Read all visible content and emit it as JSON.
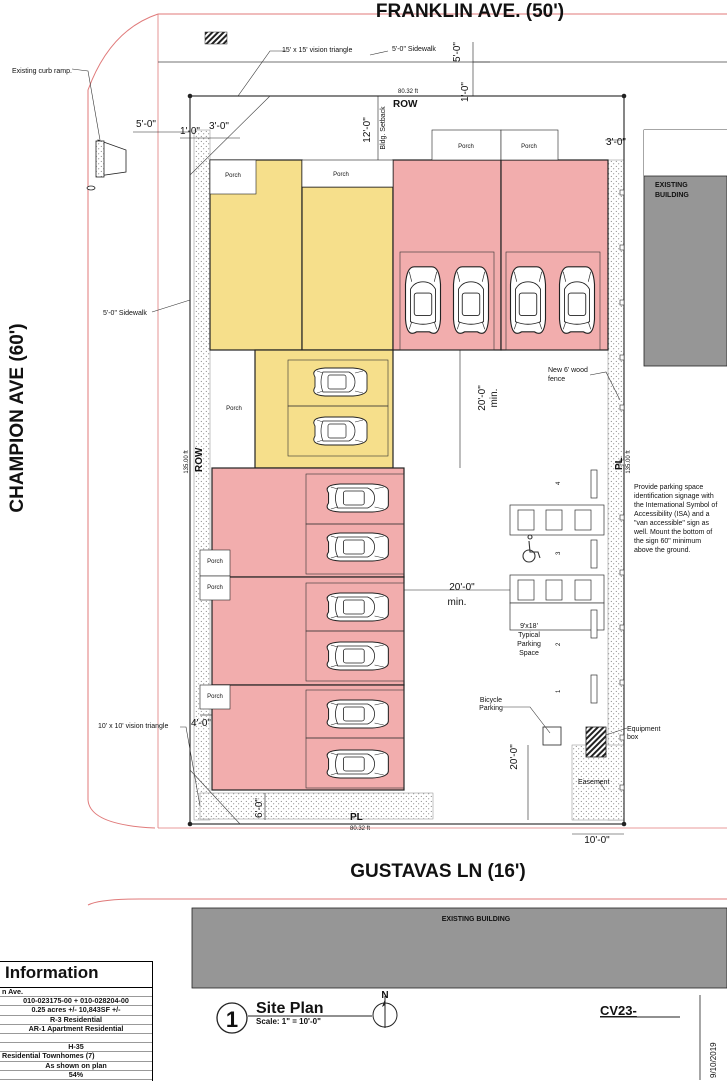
{
  "streets": {
    "north": "FRANKLIN AVE. (50')",
    "west": "CHAMPION AVE (60')",
    "south": "GUSTAVAS LN (16')"
  },
  "labels": {
    "row": "ROW",
    "pl": "PL",
    "porch": "Porch",
    "existing_building_east": [
      "EXISTING",
      "BUILDING"
    ],
    "existing_building_south": "EXISTING BUILDING",
    "existing_curb_ramp": "Existing curb ramp.",
    "vision_triangle_15": "15' x 15' vision triangle",
    "vision_triangle_10": "10' x 10' vision triangle",
    "sidewalk_north": "5'-0\" Sidewalk",
    "sidewalk_west": "5'-0\" Sidewalk",
    "bldg_setback": "Bldg. Setback",
    "fence": [
      "New 6' wood",
      "fence"
    ],
    "signage_note": [
      "Provide parking space",
      "identification signage with",
      "the International Symbol of",
      "Accessibility (ISA) and a",
      "\"van accessible\" sign as",
      "well.  Mount the bottom of",
      "the sign 60\" minimum",
      "above the ground."
    ],
    "typical_parking": [
      "9'x18'",
      "Typical",
      "Parking",
      "Space"
    ],
    "bicycle_parking": [
      "Bicycle",
      "Parking"
    ],
    "equipment_box": [
      "Equipment",
      "box"
    ],
    "easement": "Easement",
    "min": "min.",
    "stall_numbers": [
      "4",
      "3",
      "2",
      "1"
    ]
  },
  "dims": {
    "five_ft": "5'-0\"",
    "one_ft": "1'-0\"",
    "three_ft": "3'-0\"",
    "twelve_ft": "12'-0\"",
    "twenty_ft": "20'-0\"",
    "four_ft": "4'-0\"",
    "six_ft": "6'-0\"",
    "ten_ft": "10'-0\"",
    "width_top": "80.32 ft",
    "width_bottom": "80.32 ft",
    "depth_left": "135.00 ft",
    "depth_right": "135.00 ft"
  },
  "title_block": {
    "number": "1",
    "title": "Site Plan",
    "scale": "Scale: 1\" = 10'-0\"",
    "north": "N",
    "sheet": "CV23-",
    "date": "9/10/2019"
  },
  "info": {
    "title": "Information",
    "rows": [
      "n Ave.",
      "010-023175-00 + 010-028204-00",
      "0.25 acres +/- 10,843SF +/-",
      "R-3 Residential",
      "AR-1 Apartment Residential",
      "",
      "H-35",
      "Residential Townhomes (7)",
      "As shown on plan",
      "54%"
    ]
  },
  "colors": {
    "yellow_unit": "#f6df8b",
    "red_unit": "#f2adad",
    "existing_building": "#969696",
    "property_line": "#e07a7a"
  }
}
